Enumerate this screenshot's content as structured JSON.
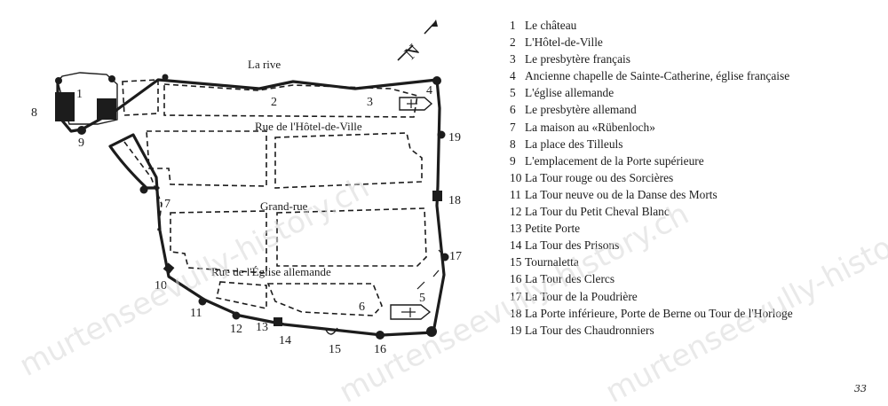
{
  "map": {
    "compass_letter": "N",
    "streets": {
      "rive": "La rive",
      "hotel_de_ville": "Rue de l'Hôtel-de-Ville",
      "grand_rue": "Grand-rue",
      "eglise_allemande": "Rue de l'Église allemande"
    },
    "numbers": [
      "1",
      "2",
      "3",
      "4",
      "5",
      "6",
      "7",
      "8",
      "9",
      "10",
      "11",
      "12",
      "13",
      "14",
      "15",
      "16",
      "17",
      "18",
      "19"
    ]
  },
  "legend": [
    {
      "n": "1",
      "text": "Le château"
    },
    {
      "n": "2",
      "text": "L'Hôtel-de-Ville"
    },
    {
      "n": "3",
      "text": "Le presbytère français"
    },
    {
      "n": "4",
      "text": "Ancienne chapelle de Sainte-Catherine, église française"
    },
    {
      "n": "5",
      "text": "L'église allemande"
    },
    {
      "n": "6",
      "text": "Le presbytère allemand"
    },
    {
      "n": "7",
      "text": "La maison au «Rübenloch»"
    },
    {
      "n": "8",
      "text": "La place des Tilleuls"
    },
    {
      "n": "9",
      "text": "L'emplacement de la Porte supérieure"
    },
    {
      "n": "10",
      "text": "La Tour rouge ou des Sorcières"
    },
    {
      "n": "11",
      "text": "La Tour neuve ou de la Danse des Morts"
    },
    {
      "n": "12",
      "text": "La Tour du Petit Cheval Blanc"
    },
    {
      "n": "13",
      "text": "Petite Porte"
    },
    {
      "n": "14",
      "text": "La Tour des Prisons"
    },
    {
      "n": "15",
      "text": "Tournaletta"
    },
    {
      "n": "16",
      "text": "La Tour des Clercs"
    },
    {
      "n": "17",
      "text": "La Tour de la Poudrière"
    },
    {
      "n": "18",
      "text": "La Porte inférieure, Porte de Berne ou Tour de l'Horloge"
    },
    {
      "n": "19",
      "text": "La Tour des Chaudronniers"
    }
  ],
  "watermarks": [
    "murtenseevully-history.ch",
    "murtenseevully-history.ch",
    "murtenseevully-histo"
  ],
  "page_number": "33"
}
